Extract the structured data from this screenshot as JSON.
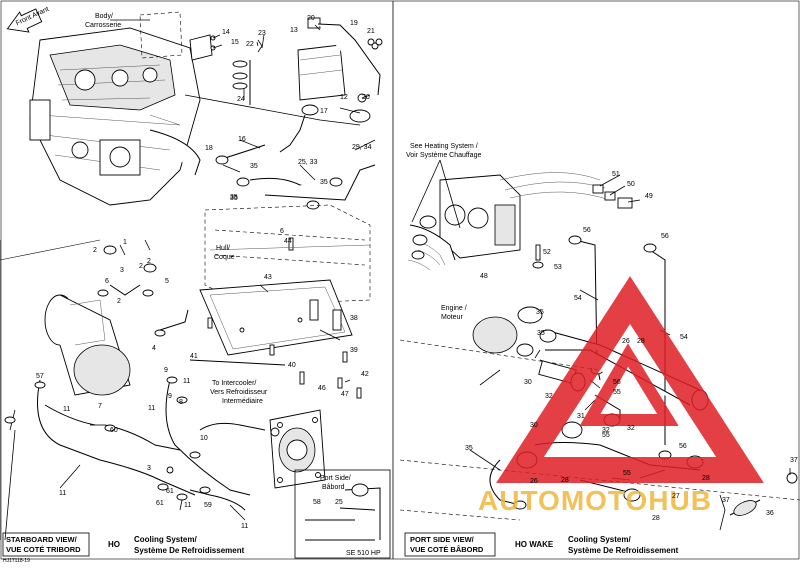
{
  "sheet_code": "HJ17118-19",
  "front_arrow": "Front Avant",
  "left_panel": {
    "view_label": [
      "STARBOARD VIEW/",
      "VUE COTÉ TRIBORD"
    ],
    "model": "HO",
    "title": [
      "Cooling System/",
      "Système De Refroidissement"
    ],
    "notes": {
      "body": [
        "Body/",
        "Carrosserie"
      ],
      "hull": [
        "Hull/",
        "Coque"
      ],
      "intercooler": [
        "To Intercooler/",
        "Vers Refroidisseur",
        "Intermédiaire"
      ],
      "port_side": [
        "Port Side/",
        "Bâbord"
      ],
      "inset_tag": "SE 510 HP"
    },
    "callouts": [
      "14",
      "15",
      "22",
      "23",
      "20",
      "13",
      "19",
      "21",
      "24",
      "12",
      "17",
      "20",
      "16",
      "18",
      "35",
      "25, 33",
      "29, 34",
      "35",
      "35",
      "35",
      "2",
      "1",
      "2",
      "3",
      "2",
      "5",
      "6",
      "2",
      "4",
      "6",
      "44",
      "43",
      "38",
      "39",
      "40",
      "42",
      "47",
      "46",
      "41",
      "57",
      "9",
      "9",
      "8",
      "11",
      "11",
      "7",
      "60",
      "11",
      "61",
      "11",
      "10",
      "3",
      "61",
      "11",
      "59",
      "11",
      "58",
      "25",
      "29"
    ]
  },
  "right_panel": {
    "view_label": [
      "PORT SIDE VIEW/",
      "VUE COTÉ BÂBORD"
    ],
    "model": "HO WAKE",
    "title": [
      "Cooling System/",
      "Système De Refroidissement"
    ],
    "notes": {
      "heating": [
        "See Heating System /",
        "Voir Système Chauffage"
      ],
      "engine": [
        "Engine /",
        "Moteur"
      ]
    },
    "callouts": [
      "51",
      "50",
      "49",
      "56",
      "56",
      "52",
      "53",
      "48",
      "54",
      "54",
      "35",
      "35",
      "26",
      "28",
      "30",
      "56",
      "55",
      "32",
      "31",
      "55",
      "32",
      "30",
      "32",
      "56",
      "35",
      "55",
      "26",
      "28",
      "27",
      "28",
      "28",
      "37",
      "37",
      "36"
    ]
  },
  "watermark": "AUTOMOTOHUB"
}
